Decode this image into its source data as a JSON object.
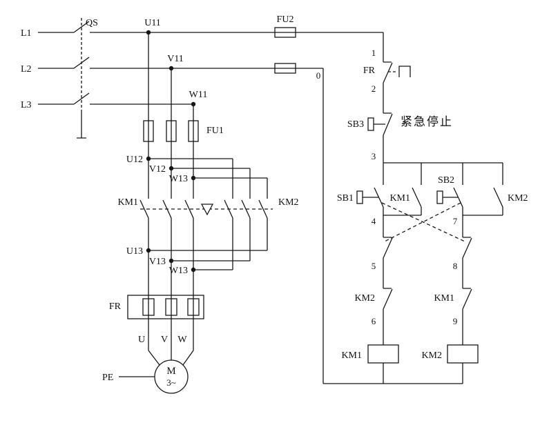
{
  "colors": {
    "line": "#161616",
    "background": "#ffffff"
  },
  "power_circuit": {
    "phases": {
      "l1": "L1",
      "l2": "L2",
      "l3": "L3"
    },
    "isolator": "QS",
    "fuse_control": "FU2",
    "fuse_main": "FU1",
    "nodes": {
      "u11": "U11",
      "v11": "V11",
      "w11": "W11",
      "u12": "U12",
      "v12": "V12",
      "w12": "W13",
      "u13": "U13",
      "v13": "V13",
      "w13": "W13"
    },
    "contactor_forward": "KM1",
    "contactor_reverse": "KM2",
    "thermal_relay": "FR",
    "motor_terminals": {
      "u": "U",
      "v": "V",
      "w": "W"
    },
    "protective_earth": "PE",
    "motor": {
      "letter": "M",
      "phases": "3~"
    }
  },
  "control_circuit": {
    "nodes": {
      "n0": "0",
      "n1": "1",
      "n2": "2",
      "n3": "3",
      "n4": "4",
      "n5": "5",
      "n6": "6",
      "n7": "7",
      "n8": "8",
      "n9": "9"
    },
    "thermal_contact": "FR",
    "emergency_stop_button": "SB3",
    "emergency_stop_label": "紧急停止",
    "start_forward_button": "SB1",
    "start_reverse_button": "SB2",
    "seal_in_forward": "KM1",
    "seal_in_reverse": "KM2",
    "interlock_in_forward_branch": "KM2",
    "interlock_in_reverse_branch": "KM1",
    "coil_forward": "KM1",
    "coil_reverse": "KM2"
  }
}
